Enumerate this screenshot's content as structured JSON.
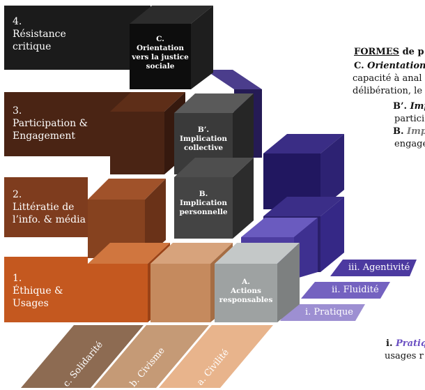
{
  "levels": [
    {
      "num": "1.",
      "label": "Éthique &\nUsages"
    },
    {
      "num": "2.",
      "label": "Littératie de\nl’info. & média"
    },
    {
      "num": "3.",
      "label": "Participation &\nEngagement"
    },
    {
      "num": "4.",
      "label": "Résistance\ncritique"
    }
  ],
  "cubes": {
    "A": "A.\nActions\nresponsables",
    "B": "B.\nImplication\npersonnelle",
    "Bp": "B’.\nImplication\ncollective",
    "C": "C.\nOrientation\nvers la justice\nsociale"
  },
  "ribbons": {
    "agentivite": "iii. Agentivité",
    "fluidite": "ii. Fluidité",
    "pratique": "i. Pratique"
  },
  "diagonals": {
    "solidarite": "c. Solidarité",
    "civisme": "b. Civisme",
    "civilite": "a. Civilité"
  },
  "right_panel": {
    "heading_u": "FORMES",
    "heading_rest": " de p",
    "c_bold": "C. ",
    "c_italic": "Orientation",
    "line2": "capacité à anal",
    "line3": "délibération, le",
    "bp_bold": "B’. ",
    "bp_italic": "Imp",
    "bp_line2": "partici",
    "b_bold": "B. ",
    "b_italic": "Imp",
    "b_line2": "engage",
    "i_bold": "i. ",
    "i_italic": "Pratiq",
    "i_line2": "usages r"
  },
  "colors": {
    "level4": "#1d1d1d",
    "level3": "#4a2414",
    "level2": "#7e3c1e",
    "level1": "#c4581f",
    "cubeA": "#9ea2a2",
    "cubeB": "#454545",
    "cubeC": "#111111",
    "purple_dark": "#2b2060",
    "purple_mid": "#4c3a9a",
    "purple_light": "#7c6cc4",
    "purple_lighter": "#9c8ed0"
  }
}
